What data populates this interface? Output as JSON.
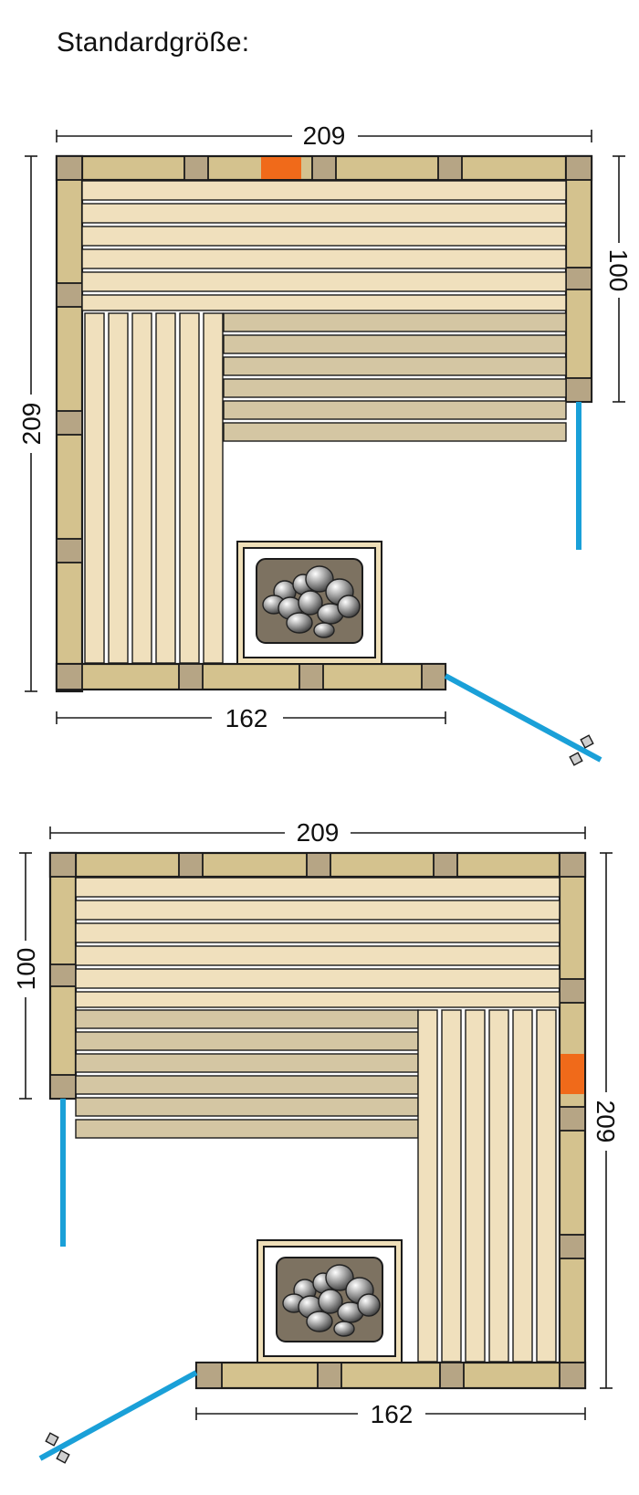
{
  "title": "Standardgröße:",
  "colors": {
    "wall": "#d4c28e",
    "wall_post": "#b6a585",
    "bench_upper": "#f0e0bd",
    "bench_lower": "#d4c6a3",
    "door": "#1aa0d8",
    "window": "#f06a1a",
    "stove_frame": "#efdfb8",
    "stove_body": "#7d7261",
    "outline": "#1b1b1b"
  },
  "icons": {
    "stove": "sauna-stove-icon",
    "door_hinge": "door-hinge-icon"
  },
  "plans": [
    {
      "name": "plan-top",
      "dimensions": {
        "top_width": "209",
        "right_depth": "100",
        "left_depth": "209",
        "bottom_width": "162"
      }
    },
    {
      "name": "plan-bottom",
      "dimensions": {
        "top_width": "209",
        "left_depth": "100",
        "right_depth": "209",
        "bottom_width": "162"
      }
    }
  ]
}
